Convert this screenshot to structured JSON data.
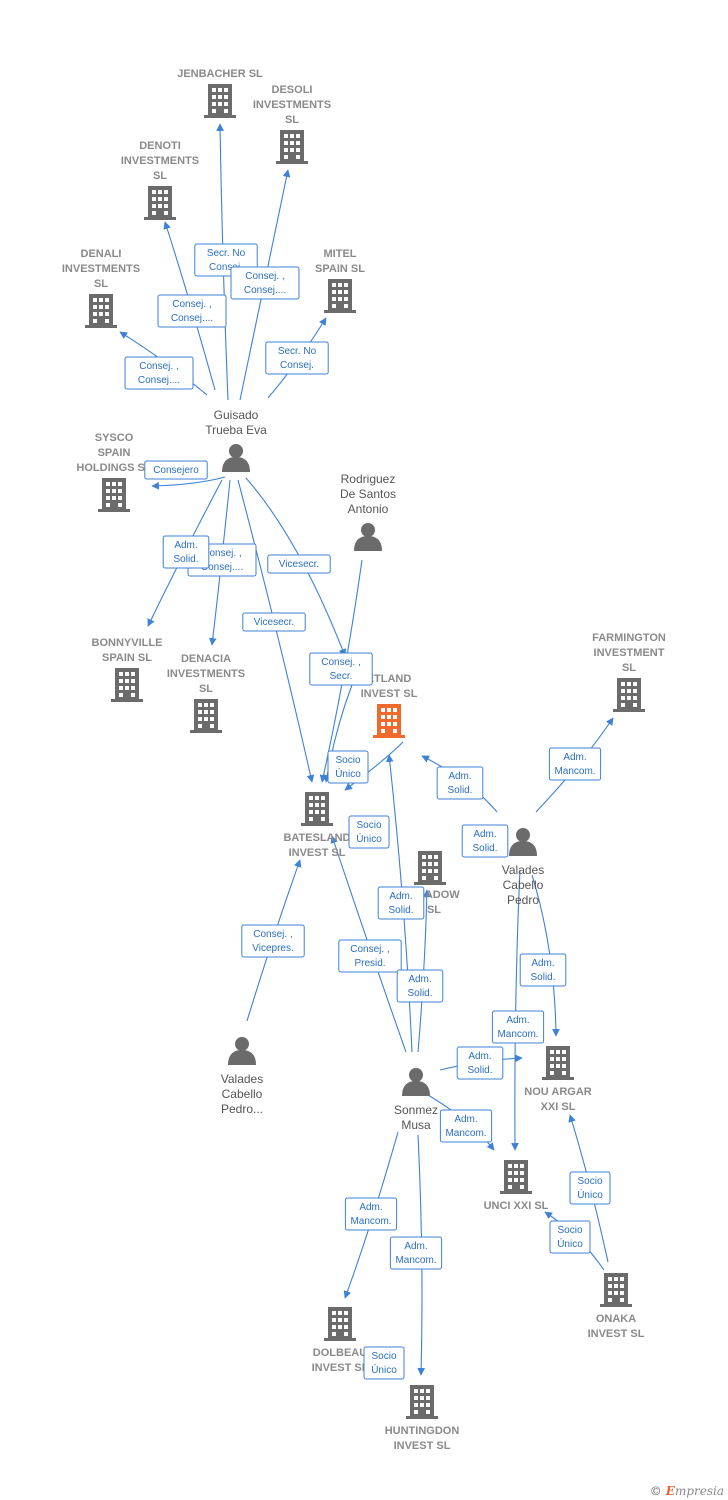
{
  "colors": {
    "edge": "#3d82d6",
    "company": "#6b6b6b",
    "company_center": "#f06a2d",
    "person": "#6b6b6b"
  },
  "icons": {
    "company": "building-icon",
    "person": "person-icon"
  },
  "companies": [
    {
      "id": "jenbacher",
      "lines": [
        "JENBACHER SL"
      ]
    },
    {
      "id": "desoli",
      "lines": [
        "DESOLI",
        "INVESTMENTS",
        "SL"
      ]
    },
    {
      "id": "denoti",
      "lines": [
        "DENOTI",
        "INVESTMENTS",
        "SL"
      ]
    },
    {
      "id": "denali",
      "lines": [
        "DENALI",
        "INVESTMENTS",
        "SL"
      ]
    },
    {
      "id": "mitel",
      "lines": [
        "MITEL",
        "SPAIN  SL"
      ]
    },
    {
      "id": "sysco",
      "lines": [
        "SYSCO",
        "SPAIN",
        "HOLDINGS  SL"
      ]
    },
    {
      "id": "bonnyville",
      "lines": [
        "BONNYVILLE",
        "SPAIN  SL"
      ]
    },
    {
      "id": "denacia",
      "lines": [
        "DENACIA",
        "INVESTMENTS",
        "SL"
      ]
    },
    {
      "id": "etland",
      "lines": [
        "ETLAND",
        "INVEST  SL"
      ],
      "center": true
    },
    {
      "id": "farmington",
      "lines": [
        "FARMINGTON",
        "INVESTMENT",
        "SL"
      ]
    },
    {
      "id": "batesland",
      "lines": [
        "BATESLAND",
        "INVEST  SL"
      ]
    },
    {
      "id": "meadow",
      "lines": [
        "MEADOW",
        "SL"
      ]
    },
    {
      "id": "nouargar",
      "lines": [
        "NOU ARGAR",
        "XXI SL"
      ]
    },
    {
      "id": "uncixxi",
      "lines": [
        "UNCI XXI SL"
      ]
    },
    {
      "id": "onaka",
      "lines": [
        "ONAKA",
        "INVEST  SL"
      ]
    },
    {
      "id": "dolbeau",
      "lines": [
        "DOLBEAU",
        "INVEST  SL"
      ]
    },
    {
      "id": "huntingdon",
      "lines": [
        "HUNTINGDON",
        "INVEST  SL"
      ]
    }
  ],
  "persons": [
    {
      "id": "guisado",
      "lines": [
        "Guisado",
        "Trueba Eva"
      ]
    },
    {
      "id": "rodriguez",
      "lines": [
        "Rodriguez",
        "De Santos",
        "Antonio"
      ]
    },
    {
      "id": "valades",
      "lines": [
        "Valades",
        "Cabello",
        "Pedro"
      ]
    },
    {
      "id": "valades2",
      "lines": [
        "Valades",
        "Cabello",
        "Pedro..."
      ]
    },
    {
      "id": "sonmez",
      "lines": [
        "Sonmez",
        "Musa"
      ]
    }
  ],
  "relations": [
    {
      "id": "r1",
      "lines": [
        "Secr.  No",
        "Consej."
      ]
    },
    {
      "id": "r2",
      "lines": [
        "Consej. ,",
        "Consej...."
      ]
    },
    {
      "id": "r3",
      "lines": [
        "Consej. ,",
        "Consej...."
      ]
    },
    {
      "id": "r4",
      "lines": [
        "Secr.  No",
        "Consej."
      ]
    },
    {
      "id": "r5",
      "lines": [
        "Consej. ,",
        "Consej...."
      ]
    },
    {
      "id": "r6",
      "lines": [
        "Consejero"
      ]
    },
    {
      "id": "r7",
      "lines": [
        "Consej. ,",
        "Consej...."
      ]
    },
    {
      "id": "r8",
      "lines": [
        "Adm.",
        "Solid."
      ]
    },
    {
      "id": "r9",
      "lines": [
        "Vicesecr."
      ]
    },
    {
      "id": "r10",
      "lines": [
        "Vicesecr."
      ]
    },
    {
      "id": "r11",
      "lines": [
        "Consej. ,",
        "Secr."
      ]
    },
    {
      "id": "r12",
      "lines": [
        "Socio",
        "Único"
      ]
    },
    {
      "id": "r13",
      "lines": [
        "Socio",
        "Único"
      ]
    },
    {
      "id": "r14",
      "lines": [
        "Adm.",
        "Mancom."
      ]
    },
    {
      "id": "r15",
      "lines": [
        "Adm.",
        "Solid."
      ]
    },
    {
      "id": "r16",
      "lines": [
        "Adm.",
        "Solid."
      ]
    },
    {
      "id": "r17",
      "lines": [
        "Consej. ,",
        "Vicepres."
      ]
    },
    {
      "id": "r18",
      "lines": [
        "Adm.",
        "Solid."
      ]
    },
    {
      "id": "r19",
      "lines": [
        "Consej. ,",
        "Presid."
      ]
    },
    {
      "id": "r20",
      "lines": [
        "Adm.",
        "Solid."
      ]
    },
    {
      "id": "r21",
      "lines": [
        "Adm.",
        "Solid."
      ]
    },
    {
      "id": "r22",
      "lines": [
        "Adm.",
        "Mancom."
      ]
    },
    {
      "id": "r23",
      "lines": [
        "Adm.",
        "Solid."
      ]
    },
    {
      "id": "r24",
      "lines": [
        "Adm.",
        "Mancom."
      ]
    },
    {
      "id": "r25",
      "lines": [
        "Socio",
        "Único"
      ]
    },
    {
      "id": "r26",
      "lines": [
        "Socio",
        "Único"
      ]
    },
    {
      "id": "r27",
      "lines": [
        "Adm.",
        "Mancom."
      ]
    },
    {
      "id": "r28",
      "lines": [
        "Adm.",
        "Mancom."
      ]
    },
    {
      "id": "r29",
      "lines": [
        "Socio",
        "Único"
      ]
    }
  ],
  "footer": {
    "copyright": "©",
    "brand_initial": "E",
    "brand_rest": "mpresia"
  }
}
